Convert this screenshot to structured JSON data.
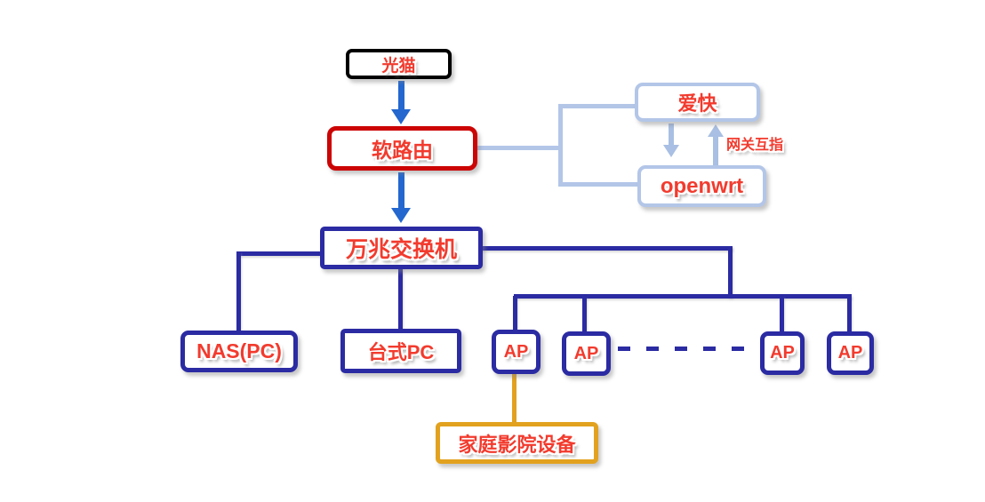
{
  "diagram": {
    "nodes": {
      "modem": {
        "label": "光猫",
        "border_color": "#000000"
      },
      "soft_router": {
        "label": "软路由",
        "border_color": "#cc0404"
      },
      "ikuai": {
        "label": "爱快",
        "border_color": "#b3c6e8"
      },
      "openwrt": {
        "label": "openwrt",
        "border_color": "#b3c6e8"
      },
      "switch_10g": {
        "label": "万兆交换机",
        "border_color": "#2b2ba3"
      },
      "nas": {
        "label": "NAS(PC)",
        "border_color": "#2b2ba3"
      },
      "desktop_pc": {
        "label": "台式PC",
        "border_color": "#2b2ba3"
      },
      "ap1": {
        "label": "AP",
        "border_color": "#2b2ba3"
      },
      "ap2": {
        "label": "AP",
        "border_color": "#2b2ba3"
      },
      "ap3": {
        "label": "AP",
        "border_color": "#2b2ba3"
      },
      "ap4": {
        "label": "AP",
        "border_color": "#2b2ba3"
      },
      "home_theater": {
        "label": "家庭影院设备",
        "border_color": "#e2a21f"
      }
    },
    "labels": {
      "gateway_mutual": "网关互指"
    },
    "edges": [
      {
        "from": "modem",
        "to": "soft_router",
        "style": "blue-arrow-down"
      },
      {
        "from": "soft_router",
        "to": "ikuai",
        "style": "light-blue-line"
      },
      {
        "from": "soft_router",
        "to": "openwrt",
        "style": "light-blue-line"
      },
      {
        "from": "ikuai",
        "to": "openwrt",
        "style": "light-blue-arrow-down"
      },
      {
        "from": "openwrt",
        "to": "ikuai",
        "style": "light-blue-arrow-up",
        "label": "网关互指"
      },
      {
        "from": "soft_router",
        "to": "switch_10g",
        "style": "blue-arrow-down"
      },
      {
        "from": "switch_10g",
        "to": "nas",
        "style": "navy-line"
      },
      {
        "from": "switch_10g",
        "to": "desktop_pc",
        "style": "navy-line"
      },
      {
        "from": "switch_10g",
        "to": "ap1",
        "style": "navy-line"
      },
      {
        "from": "switch_10g",
        "to": "ap2",
        "style": "navy-line"
      },
      {
        "from": "switch_10g",
        "to": "ap3",
        "style": "navy-line"
      },
      {
        "from": "switch_10g",
        "to": "ap4",
        "style": "navy-line"
      },
      {
        "from": "ap2",
        "to": "ap3",
        "style": "navy-dashed"
      },
      {
        "from": "ap1",
        "to": "home_theater",
        "style": "orange-line"
      }
    ],
    "colors": {
      "background": "#ffffff",
      "label_text": "#f23b2e",
      "label_outline": "#ffffff",
      "blue_arrow": "#2367cf",
      "light_blue": "#b3c6e8",
      "navy": "#2b2ba3",
      "orange": "#e2a21f",
      "red": "#cc0404",
      "black": "#000000"
    }
  }
}
